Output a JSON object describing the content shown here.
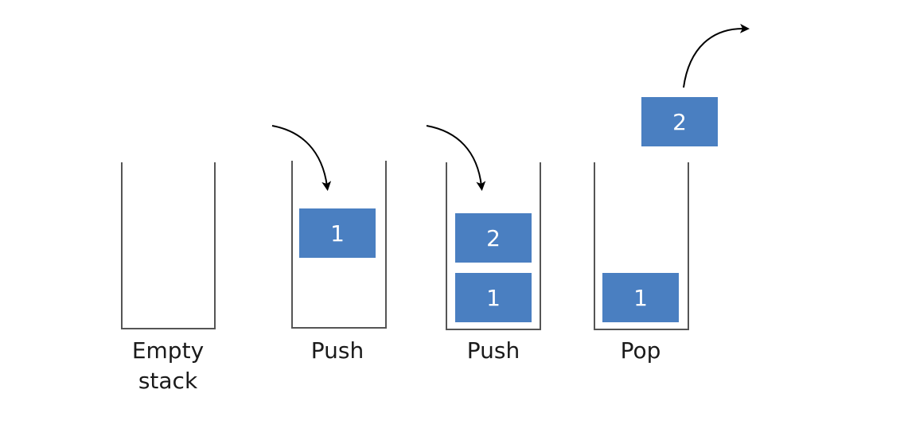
{
  "colors": {
    "block_fill": "#4a7fc1",
    "block_text": "#ffffff",
    "container_stroke": "#555555",
    "arrow": "#000000",
    "caption_text": "#1a1a1a",
    "background": "#ffffff"
  },
  "stages": [
    {
      "id": "empty",
      "caption_lines": [
        "Empty",
        "stack"
      ],
      "blocks": [],
      "incoming_arrow": false,
      "popped_block": null,
      "outgoing_arrow": false
    },
    {
      "id": "push-1",
      "caption_lines": [
        "Push"
      ],
      "blocks": [
        {
          "label": "1",
          "state": "entering"
        }
      ],
      "incoming_arrow": true,
      "popped_block": null,
      "outgoing_arrow": false
    },
    {
      "id": "push-2",
      "caption_lines": [
        "Push"
      ],
      "blocks": [
        {
          "label": "1",
          "state": "stacked"
        },
        {
          "label": "2",
          "state": "stacked"
        }
      ],
      "incoming_arrow": true,
      "popped_block": null,
      "outgoing_arrow": false
    },
    {
      "id": "pop",
      "caption_lines": [
        "Pop"
      ],
      "blocks": [
        {
          "label": "1",
          "state": "stacked"
        }
      ],
      "incoming_arrow": false,
      "popped_block": {
        "label": "2"
      },
      "outgoing_arrow": true
    }
  ]
}
